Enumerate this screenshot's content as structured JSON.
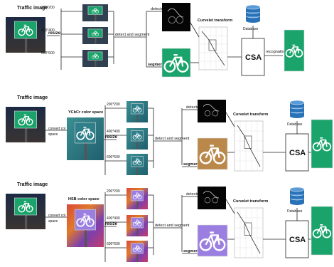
{
  "rows": [
    {
      "title": "Traffic image",
      "convert": "",
      "space": "",
      "color_space": "",
      "resize": "resize",
      "sizes": [
        "200*200",
        "400*400",
        "600*600"
      ],
      "detect_segment": "detect and segment",
      "detecte": "detecte",
      "segment": "segment",
      "curvelet": "Curvelet transform",
      "database": "Database",
      "csa": "CSA",
      "recognition": "recognation"
    },
    {
      "title": "Traffic image",
      "convert": "convert col",
      "space": "space",
      "color_space": "YCbCr color space",
      "resize": "resize",
      "sizes": [
        "200*200",
        "400*400",
        "600*600"
      ],
      "detect_segment": "detect and segment",
      "detecte": "detecte",
      "segment": "segment",
      "curvelet": "Curvelet transform",
      "database": "Database",
      "csa": "CSA",
      "recognition": ""
    },
    {
      "title": "Traffic image",
      "convert": "convert col",
      "space": "space",
      "color_space": "HSB color space",
      "resize": "resize",
      "sizes": [
        "200*200",
        "400*400",
        "600*600"
      ],
      "detect_segment": "detect and segment",
      "detecte": "detecte",
      "segment": "segment",
      "curvelet": "Curvelet transform",
      "database": "Database",
      "csa": "CSA",
      "recognition": ""
    }
  ],
  "colors": {
    "sign_green": "#1aa36b",
    "sign_white": "#ffffff",
    "ycbcr_tint": "#2e7f8a",
    "hsb_purple": "#9b7fe0",
    "database_blue": "#2a72b8",
    "dark_panel": "#050505"
  },
  "icons": [
    "bicycle-icon",
    "database-icon"
  ]
}
